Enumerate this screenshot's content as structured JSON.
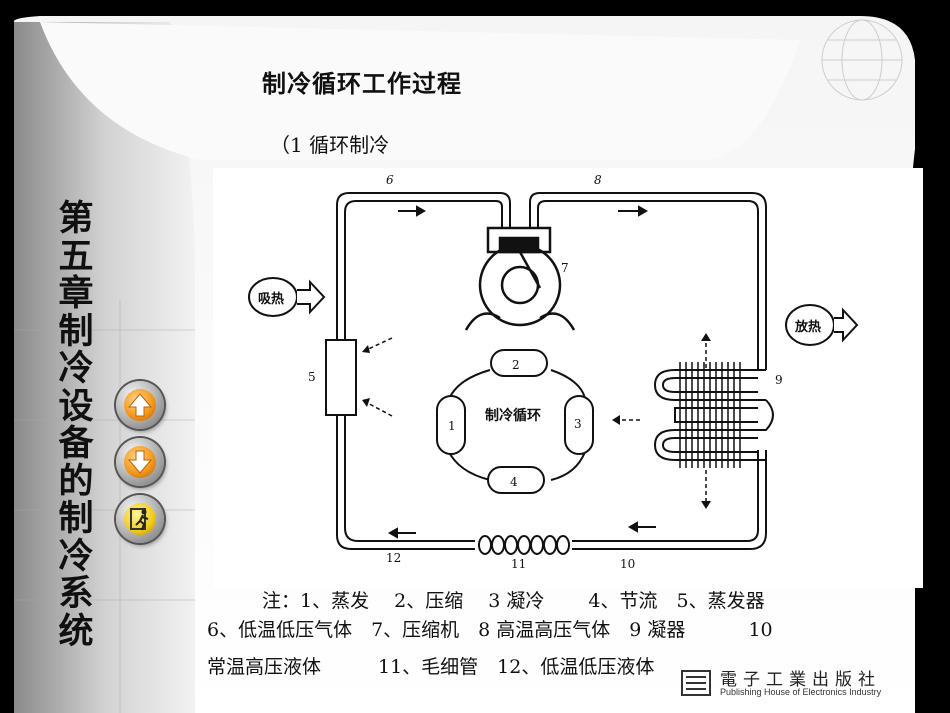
{
  "slide": {
    "title": "制冷循环工作过程",
    "subtitle": "（1  循环制冷",
    "chapter": "第五章 制冷设备的制冷系统"
  },
  "nav": {
    "up_icon": "up-arrow-icon",
    "down_icon": "down-arrow-icon",
    "exit_icon": "exit-running-man-icon"
  },
  "diagram": {
    "left_label": "吸热",
    "right_label": "放热",
    "cycle_label": "制冷循环",
    "labels": [
      "1",
      "2",
      "3",
      "4",
      "5",
      "6",
      "7",
      "8",
      "9",
      "10",
      "11",
      "12"
    ]
  },
  "notes": {
    "line1": "注：1、蒸发　 2、压缩　 3 凝冷　　 4、节流　5、蒸发器",
    "line2": "6、低温低压气体　7、压缩机　8 高温高压气体　9 凝器　　　 10",
    "line3": "常温高压液体　　　11、毛细管　12、低温低压液体"
  },
  "publisher": {
    "name_cn": "電子工業出版社",
    "name_en": "Publishing House of Electronics Industry"
  }
}
